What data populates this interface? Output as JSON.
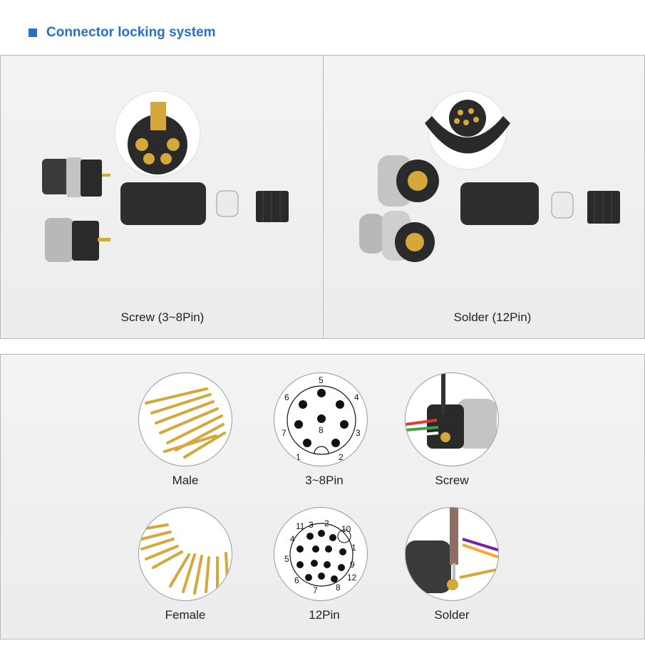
{
  "header": {
    "title": "Connector locking system"
  },
  "top_panel": {
    "left_caption": "Screw (3~8Pin)",
    "right_caption": "Solder (12Pin)"
  },
  "bottom_panel": {
    "items": [
      {
        "label": "Male"
      },
      {
        "label": "3~8Pin"
      },
      {
        "label": "Screw"
      },
      {
        "label": "Female"
      },
      {
        "label": "12Pin"
      },
      {
        "label": "Solder"
      }
    ],
    "pin8_numbers": [
      "5",
      "6",
      "4",
      "7",
      "8",
      "3",
      "1",
      "2"
    ],
    "pin12_numbers": [
      "11",
      "3",
      "2",
      "10",
      "4",
      "1",
      "5",
      "9",
      "6",
      "12",
      "7",
      "8"
    ]
  },
  "colors": {
    "accent": "#2b6fc4",
    "border": "#b9b9b9",
    "gold": "#d4a83a",
    "connector_black": "#2a2a2a",
    "metal": "#bdbdbd"
  }
}
